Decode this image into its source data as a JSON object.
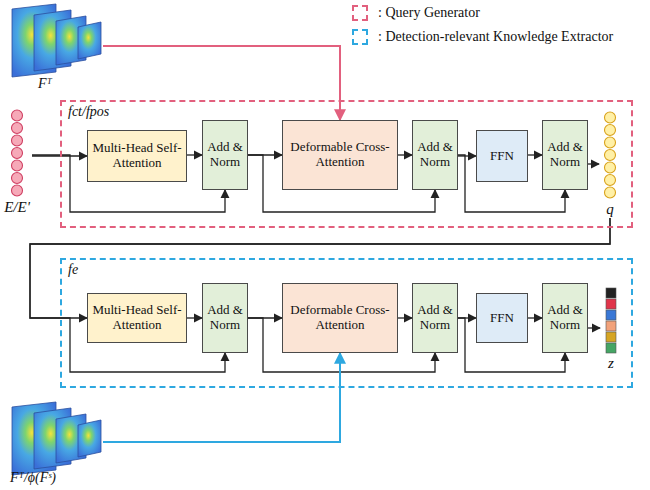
{
  "diagram": {
    "nodes": [
      {
        "text": [
          "Fᵀ"
        ]
      },
      {
        "text": [
          "E/E'"
        ]
      },
      {
        "text": [
          "fct/fpos"
        ]
      },
      {
        "text": [
          "Multi-Head Self-Attention"
        ],
        "in": 2
      },
      {
        "text": [
          "Add & Norm"
        ],
        "in": 2
      },
      {
        "text": [
          "Deformable Cross-Attention"
        ],
        "in": 2
      },
      {
        "text": [
          "Add & Norm"
        ],
        "in": 2
      },
      {
        "text": [
          "FFN"
        ],
        "in": 2
      },
      {
        "text": [
          "Add & Norm"
        ],
        "in": 2
      },
      {
        "text": [
          "q"
        ],
        "in": 2
      },
      {
        "text": [
          "fe"
        ]
      },
      {
        "text": [
          "Multi-Head Self-Attention"
        ],
        "in": 10
      },
      {
        "text": [
          "Add & Norm"
        ],
        "in": 10
      },
      {
        "text": [
          "Deformable Cross-Attention"
        ],
        "in": 10
      },
      {
        "text": [
          "Add & Norm"
        ],
        "in": 10
      },
      {
        "text": [
          "FFN"
        ],
        "in": 10
      },
      {
        "text": [
          "Add & Norm"
        ],
        "in": 10
      },
      {
        "text": [
          "z"
        ],
        "in": 10
      },
      {
        "text": [
          "Fᵀ/ϕ(Fˢ)"
        ]
      }
    ],
    "edges": [
      {
        "from": 0,
        "to": 5,
        "arrow": "to"
      },
      {
        "from": 1,
        "to": 3,
        "arrow": "to"
      },
      {
        "from": 1,
        "to": 4,
        "arrow": "to"
      },
      {
        "from": 3,
        "to": 4,
        "arrow": "to"
      },
      {
        "from": 4,
        "to": 5,
        "arrow": "to"
      },
      {
        "from": 4,
        "to": 6,
        "arrow": "to"
      },
      {
        "from": 5,
        "to": 6,
        "arrow": "to"
      },
      {
        "from": 6,
        "to": 7,
        "arrow": "to"
      },
      {
        "from": 6,
        "to": 8,
        "arrow": "to"
      },
      {
        "from": 7,
        "to": 8,
        "arrow": "to"
      },
      {
        "from": 8,
        "to": 9,
        "arrow": "to"
      },
      {
        "from": 9,
        "to": 11,
        "arrow": "to"
      },
      {
        "from": 9,
        "to": 12,
        "arrow": "to"
      },
      {
        "from": 11,
        "to": 12,
        "arrow": "to"
      },
      {
        "from": 12,
        "to": 13,
        "arrow": "to"
      },
      {
        "from": 12,
        "to": 14,
        "arrow": "to"
      },
      {
        "from": 13,
        "to": 14,
        "arrow": "to"
      },
      {
        "from": 14,
        "to": 15,
        "arrow": "to"
      },
      {
        "from": 14,
        "to": 16,
        "arrow": "to"
      },
      {
        "from": 15,
        "to": 16,
        "arrow": "to"
      },
      {
        "from": 16,
        "to": 17,
        "arrow": "to"
      },
      {
        "from": 18,
        "to": 13,
        "arrow": "to"
      }
    ],
    "legend": [
      {
        "text": ": Query Generator"
      },
      {
        "text": ": Detection-relevant Knowledge Extractor"
      }
    ]
  }
}
